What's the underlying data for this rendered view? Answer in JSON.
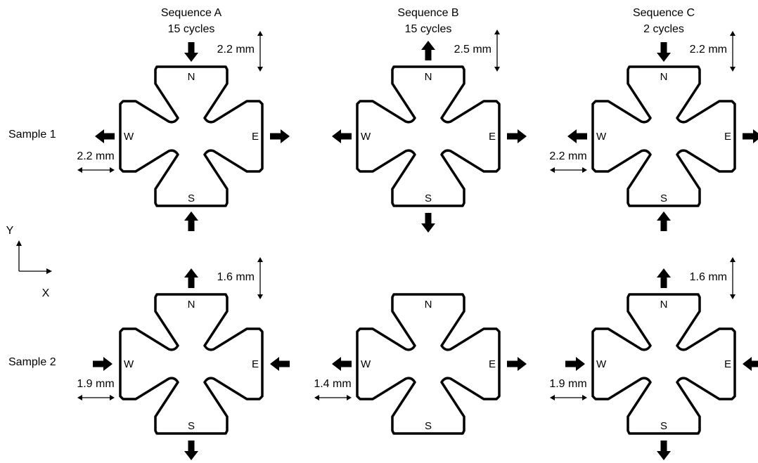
{
  "columns": [
    {
      "title": "Sequence A",
      "cycles": "15 cycles"
    },
    {
      "title": "Sequence B",
      "cycles": "15 cycles"
    },
    {
      "title": "Sequence C",
      "cycles": "2 cycles"
    }
  ],
  "rows": [
    {
      "label": "Sample 1"
    },
    {
      "label": "Sample 2"
    }
  ],
  "axes": {
    "y_label": "Y",
    "x_label": "X"
  },
  "directions": {
    "north": "N",
    "south": "S",
    "east": "E",
    "west": "W"
  },
  "specimens": [
    {
      "name": "sample1-sequenceA",
      "ns_arrows": "inward",
      "ew_arrows": "outward",
      "vertical_dimension": "2.2 mm",
      "horizontal_dimension": "2.2 mm"
    },
    {
      "name": "sample1-sequenceB",
      "ns_arrows": "outward",
      "ew_arrows": "outward",
      "vertical_dimension": "2.5 mm",
      "horizontal_dimension": ""
    },
    {
      "name": "sample1-sequenceC",
      "ns_arrows": "inward",
      "ew_arrows": "outward",
      "vertical_dimension": "2.2 mm",
      "horizontal_dimension": "2.2 mm"
    },
    {
      "name": "sample2-sequenceA",
      "ns_arrows": "outward",
      "ew_arrows": "inward",
      "vertical_dimension": "1.6 mm",
      "horizontal_dimension": "1.9 mm"
    },
    {
      "name": "sample2-sequenceB",
      "ns_arrows": "none",
      "ew_arrows": "outward",
      "vertical_dimension": "",
      "horizontal_dimension": "1.4 mm"
    },
    {
      "name": "sample2-sequenceC",
      "ns_arrows": "outward",
      "ew_arrows": "inward",
      "vertical_dimension": "1.6 mm",
      "horizontal_dimension": "1.9 mm"
    }
  ],
  "colors": {
    "ink": "#000000",
    "background": "#ffffff"
  }
}
